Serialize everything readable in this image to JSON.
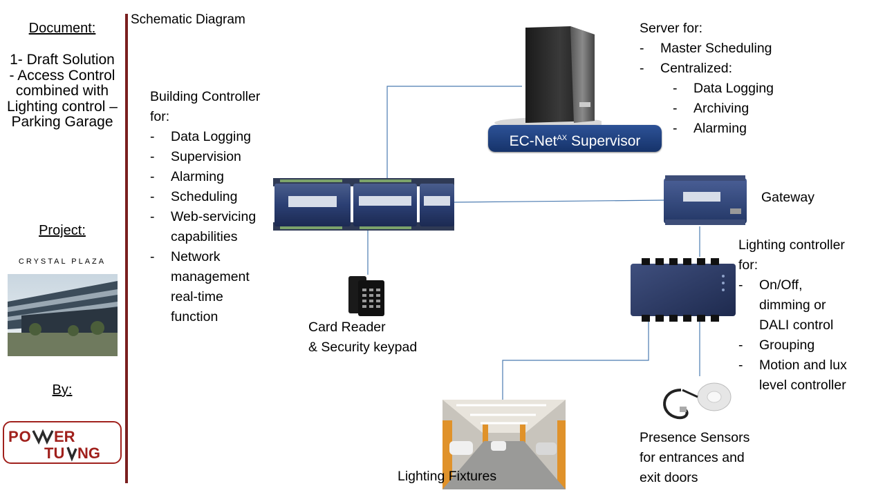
{
  "sidebar": {
    "document_label": "Document:",
    "document_title": "1- Draft Solution - Access Control combined with Lighting control – Parking Garage",
    "project_label": "Project:",
    "project_logo_text": "CRYSTAL PLAZA",
    "by_label": "By:",
    "company_logo_text": "POWER TUNING"
  },
  "diagram": {
    "title": "Schematic Diagram",
    "server": {
      "heading": "Server for:",
      "items": [
        {
          "text": "Master Scheduling",
          "level": 1
        },
        {
          "text": "Centralized:",
          "level": 1
        },
        {
          "text": "Data Logging",
          "level": 2
        },
        {
          "text": "Archiving",
          "level": 2
        },
        {
          "text": "Alarming",
          "level": 2
        }
      ],
      "badge": "EC-Net",
      "badge_sup": "AX",
      "badge_suffix": " Supervisor"
    },
    "building_controller": {
      "heading_line1": "Building Controller",
      "heading_line2": "for:",
      "items": [
        "Data Logging",
        "Supervision",
        "Alarming",
        "Scheduling",
        "Web-servicing capabilities",
        "Network management real-time function"
      ]
    },
    "gateway": {
      "label": "Gateway"
    },
    "lighting_controller": {
      "heading_line1": "Lighting controller",
      "heading_line2": "for:",
      "items": [
        "On/Off, dimming or DALI control",
        "Grouping",
        "Motion and lux level controller"
      ]
    },
    "card_reader": {
      "line1": "Card Reader",
      "line2": "& Security keypad"
    },
    "lighting_fixtures": {
      "label": "Lighting Fixtures"
    },
    "presence_sensors": {
      "line1": "Presence Sensors",
      "line2": "for entrances and",
      "line3": "exit doors"
    }
  },
  "colors": {
    "divider": "#7a1f1f",
    "connector": "#4a7ab0",
    "badge_blue": "#1d3f7d",
    "controller_blue": "#2b3f73",
    "logo_red": "#a0201c"
  }
}
